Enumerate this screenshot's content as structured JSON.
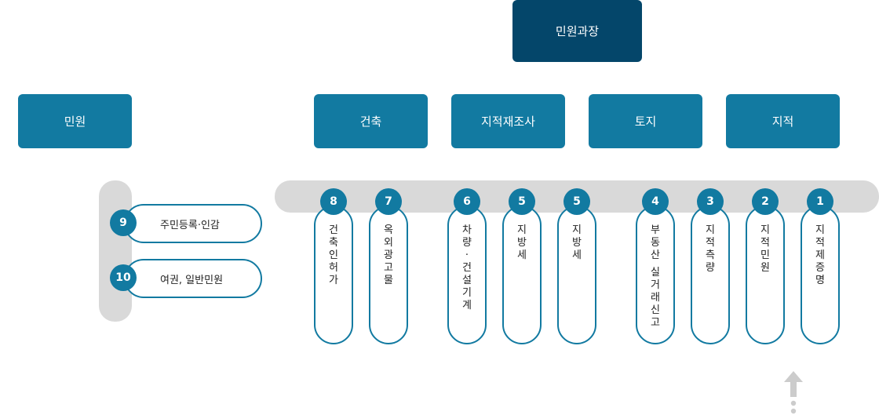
{
  "head": "민원과장",
  "departments": [
    "민원",
    "건축",
    "지적재조사",
    "토지",
    "지적"
  ],
  "left_items": [
    {
      "num": "9",
      "label": "주민등록·인감"
    },
    {
      "num": "10",
      "label": "여권, 일반민원"
    }
  ],
  "windows": [
    {
      "num": "8",
      "label": "건축인허가"
    },
    {
      "num": "7",
      "label": "옥외광고물"
    },
    {
      "num": "6",
      "label": "차량·건설기계"
    },
    {
      "num": "5",
      "label": "지방세"
    },
    {
      "num": "5",
      "label": "지방세"
    },
    {
      "num": "4",
      "label": "부동산 실거래신고"
    },
    {
      "num": "3",
      "label": "지적측량"
    },
    {
      "num": "2",
      "label": "지적민원"
    },
    {
      "num": "1",
      "label": "지적제증명"
    }
  ],
  "colors": {
    "head": "#04466a",
    "accent": "#127aa1",
    "track": "#d9d9d9",
    "arrow": "#cccccc"
  },
  "icons": {
    "entrance": "up-arrow-icon"
  }
}
